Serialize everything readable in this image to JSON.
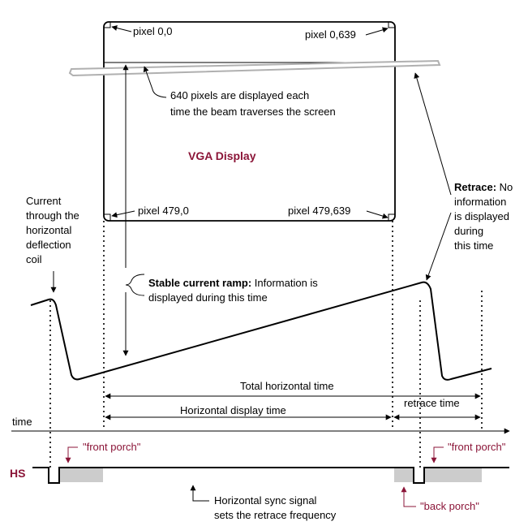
{
  "colors": {
    "accent": "#8b1538",
    "porch_fill": "#cccccc",
    "beam": "#b0b0b0",
    "line": "#000000"
  },
  "screen": {
    "title": "VGA Display",
    "corner_top_left": "pixel 0,0",
    "corner_top_right": "pixel 0,639",
    "corner_bottom_left": "pixel 479,0",
    "corner_bottom_right": "pixel 479,639",
    "beam_note_line1": "640 pixels are displayed each",
    "beam_note_line2": "time the beam traverses the screen"
  },
  "coil": {
    "label_lines": [
      "Current",
      "through the",
      "horizontal",
      "deflection",
      "coil"
    ],
    "ramp_bold": "Stable current ramp:",
    "ramp_rest": " Information is",
    "ramp_line2": "displayed during this time",
    "retrace_bold": "Retrace:",
    "retrace_rest": "  No",
    "retrace_lines": [
      "information",
      "is displayed",
      "during",
      "this time"
    ]
  },
  "timing": {
    "total": "Total horizontal time",
    "display": "Horizontal display time",
    "retrace": "retrace time",
    "time_axis": "time"
  },
  "sync": {
    "hs_label": "HS",
    "front_porch_left": "\"front porch\"",
    "front_porch_right": "\"front porch\"",
    "back_porch": "\"back porch\"",
    "note_line1": "Horizontal sync signal",
    "note_line2": "sets the retrace frequency"
  }
}
